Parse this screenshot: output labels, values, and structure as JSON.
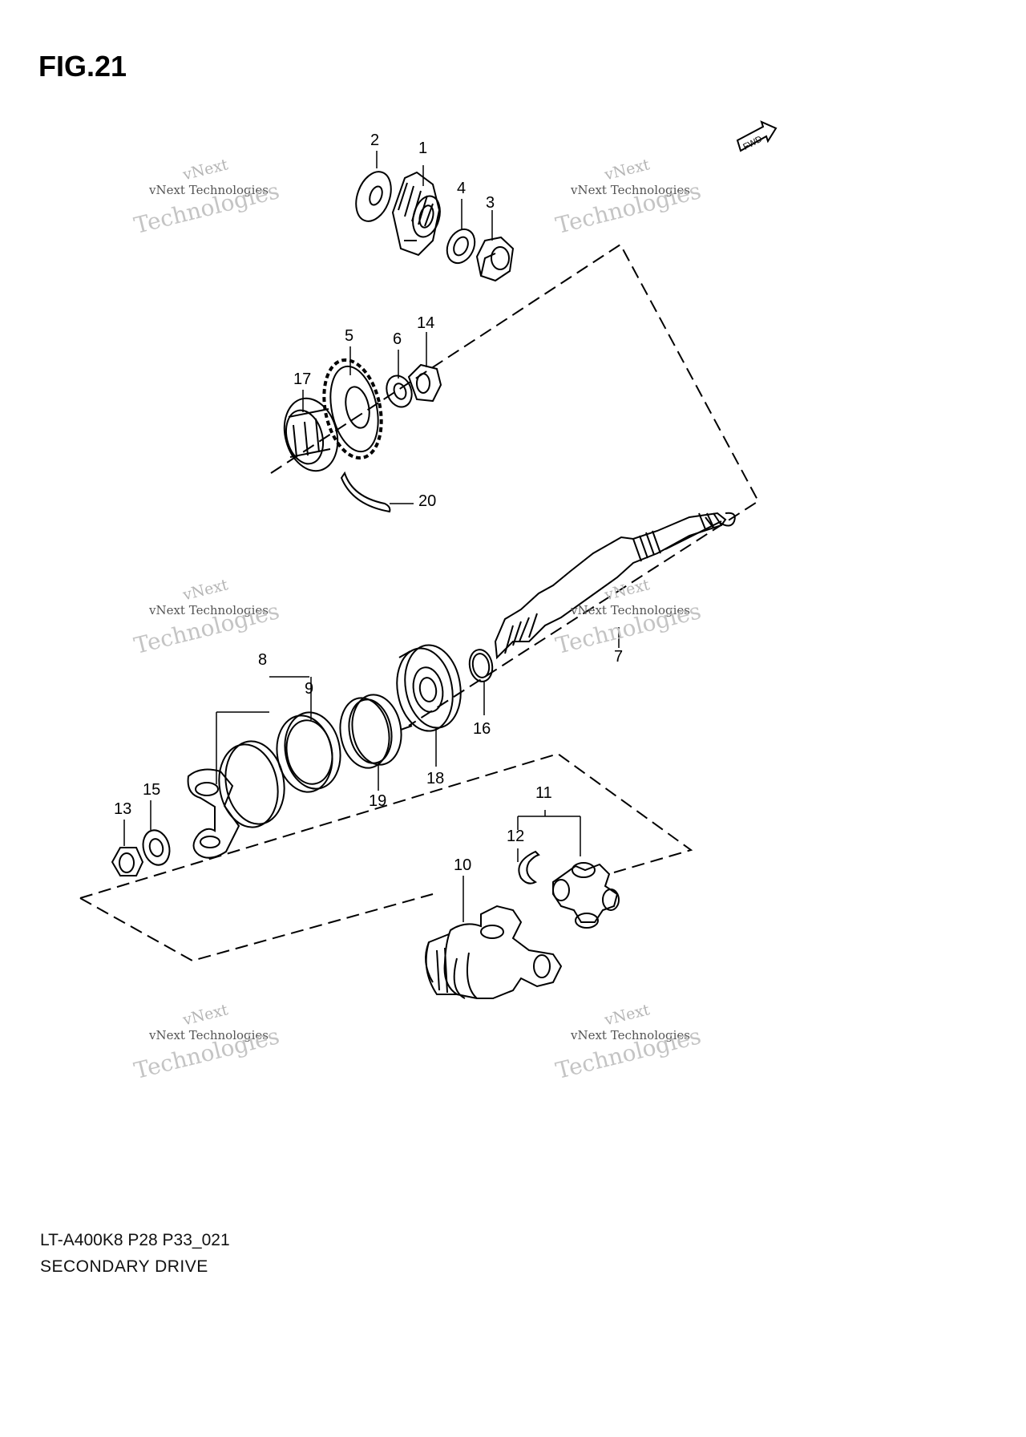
{
  "figure_title": "FIG.21",
  "footer": {
    "code": "LT-A400K8 P28 P33_021",
    "title": "SECONDARY DRIVE"
  },
  "fwd_badge": "FWD",
  "watermark": {
    "line1": "vNext",
    "line2": "vNext Technologies",
    "line3": "Technologies"
  },
  "callouts": [
    {
      "id": "1",
      "label": "1"
    },
    {
      "id": "2",
      "label": "2"
    },
    {
      "id": "3",
      "label": "3"
    },
    {
      "id": "4",
      "label": "4"
    },
    {
      "id": "5",
      "label": "5"
    },
    {
      "id": "6",
      "label": "6"
    },
    {
      "id": "7",
      "label": "7"
    },
    {
      "id": "8",
      "label": "8"
    },
    {
      "id": "9",
      "label": "9"
    },
    {
      "id": "10",
      "label": "10"
    },
    {
      "id": "11",
      "label": "11"
    },
    {
      "id": "12",
      "label": "12"
    },
    {
      "id": "13",
      "label": "13"
    },
    {
      "id": "14",
      "label": "14"
    },
    {
      "id": "15",
      "label": "15"
    },
    {
      "id": "16",
      "label": "16"
    },
    {
      "id": "17",
      "label": "17"
    },
    {
      "id": "18",
      "label": "18"
    },
    {
      "id": "19",
      "label": "19"
    },
    {
      "id": "20",
      "label": "20"
    }
  ]
}
